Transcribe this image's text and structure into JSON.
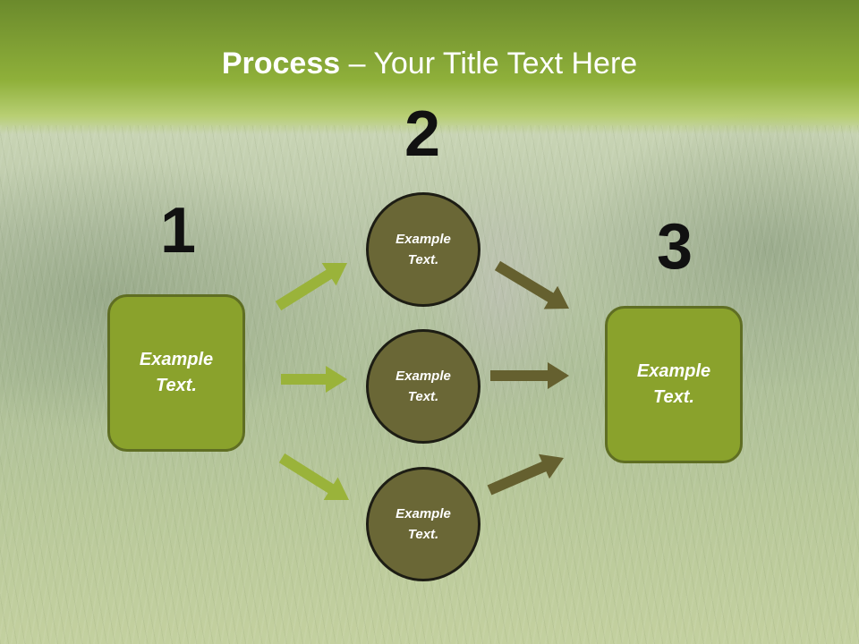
{
  "title": {
    "bold": "Process",
    "rest": " – Your Title Text Here"
  },
  "steps": {
    "step1": {
      "number": "1",
      "text": "Example Text."
    },
    "step2": {
      "number": "2",
      "items": [
        {
          "text": "Example Text."
        },
        {
          "text": "Example Text."
        },
        {
          "text": "Example Text."
        }
      ]
    },
    "step3": {
      "number": "3",
      "text": "Example Text."
    }
  },
  "colors": {
    "left_arrow": "#9ab33a",
    "right_arrow": "#65602f",
    "box_fill": "#8aa22c",
    "circle_fill": "#6a6736"
  }
}
